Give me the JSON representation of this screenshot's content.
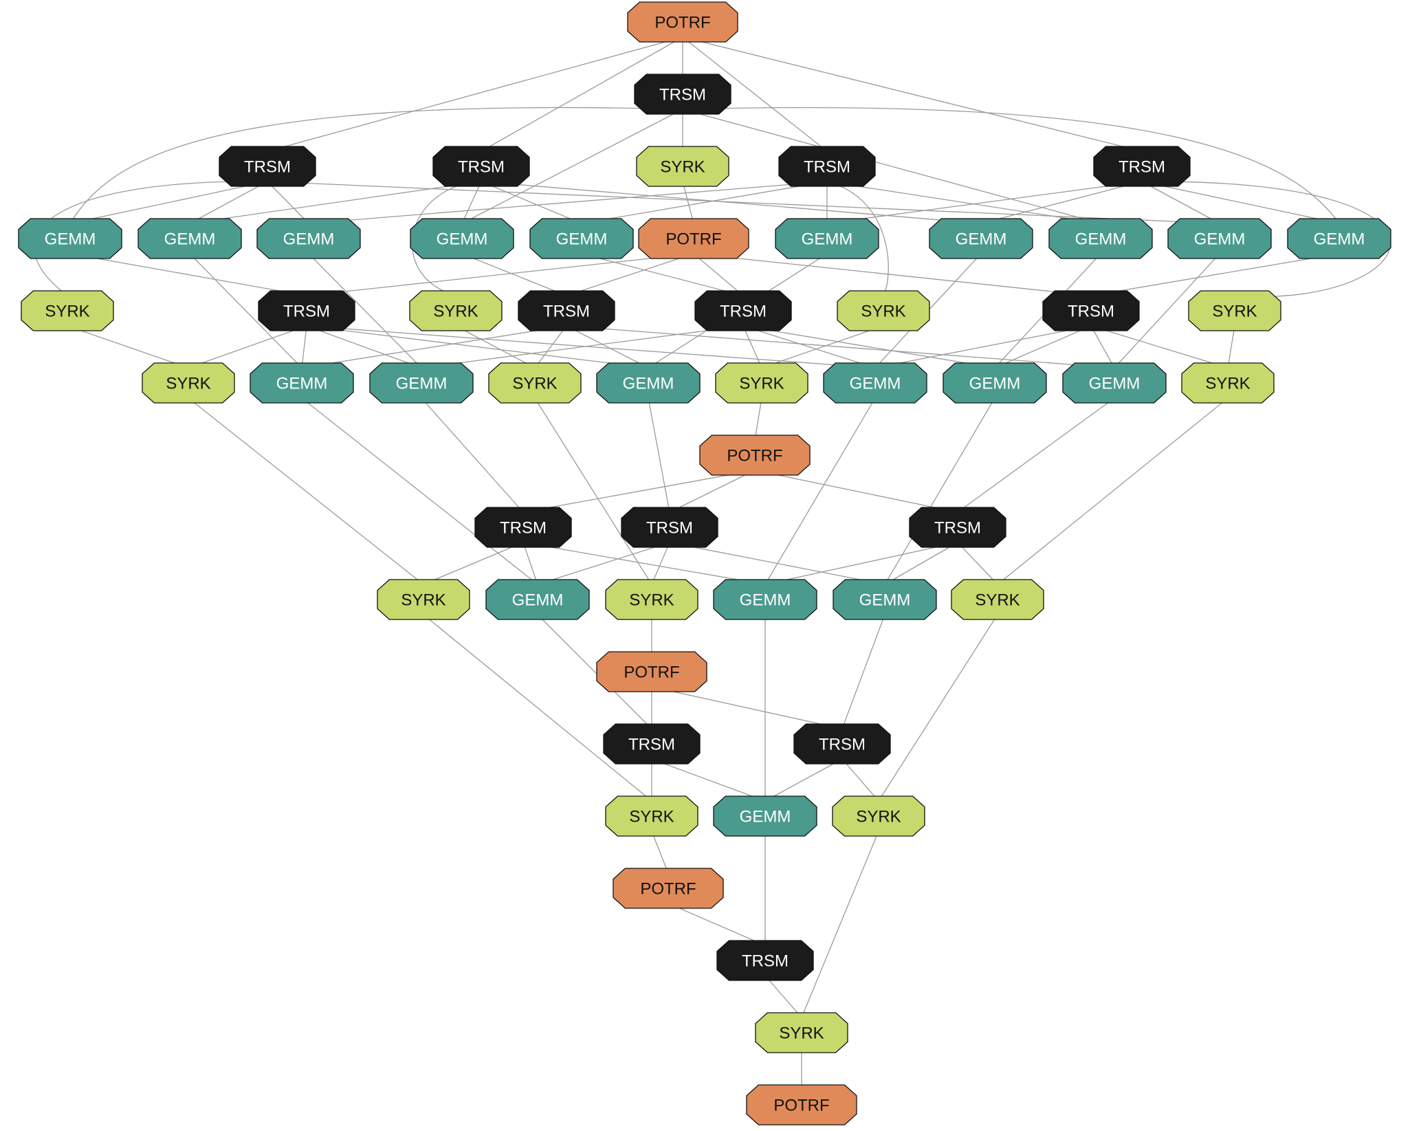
{
  "diagram": {
    "kinds": {
      "POTRF": {
        "label": "POTRF",
        "fill": "#E08A5A",
        "text": "#111111"
      },
      "TRSM": {
        "label": "TRSM",
        "fill": "#1B1B1B",
        "text": "#ffffff"
      },
      "SYRK": {
        "label": "SYRK",
        "fill": "#C6D96C",
        "text": "#111111"
      },
      "GEMM": {
        "label": "GEMM",
        "fill": "#4A9A8E",
        "text": "#ffffff"
      }
    },
    "nodes": [
      {
        "id": "p0",
        "kind": "POTRF"
      },
      {
        "id": "t01",
        "kind": "TRSM"
      },
      {
        "id": "t02",
        "kind": "TRSM"
      },
      {
        "id": "t03",
        "kind": "TRSM"
      },
      {
        "id": "t04",
        "kind": "TRSM"
      },
      {
        "id": "t05",
        "kind": "TRSM"
      },
      {
        "id": "s1a",
        "kind": "SYRK"
      },
      {
        "id": "g1",
        "kind": "GEMM"
      },
      {
        "id": "g2",
        "kind": "GEMM"
      },
      {
        "id": "g3",
        "kind": "GEMM"
      },
      {
        "id": "g4",
        "kind": "GEMM"
      },
      {
        "id": "g5",
        "kind": "GEMM"
      },
      {
        "id": "p1",
        "kind": "POTRF"
      },
      {
        "id": "g6",
        "kind": "GEMM"
      },
      {
        "id": "g7",
        "kind": "GEMM"
      },
      {
        "id": "g8",
        "kind": "GEMM"
      },
      {
        "id": "g9",
        "kind": "GEMM"
      },
      {
        "id": "g10",
        "kind": "GEMM"
      },
      {
        "id": "s2a",
        "kind": "SYRK"
      },
      {
        "id": "t12",
        "kind": "TRSM"
      },
      {
        "id": "s2b",
        "kind": "SYRK"
      },
      {
        "id": "t13",
        "kind": "TRSM"
      },
      {
        "id": "t14",
        "kind": "TRSM"
      },
      {
        "id": "s2c",
        "kind": "SYRK"
      },
      {
        "id": "t15",
        "kind": "TRSM"
      },
      {
        "id": "s2d",
        "kind": "SYRK"
      },
      {
        "id": "s3a",
        "kind": "SYRK"
      },
      {
        "id": "g11",
        "kind": "GEMM"
      },
      {
        "id": "g12",
        "kind": "GEMM"
      },
      {
        "id": "s3b",
        "kind": "SYRK"
      },
      {
        "id": "g13",
        "kind": "GEMM"
      },
      {
        "id": "s3c",
        "kind": "SYRK"
      },
      {
        "id": "g14",
        "kind": "GEMM"
      },
      {
        "id": "g15",
        "kind": "GEMM"
      },
      {
        "id": "g16",
        "kind": "GEMM"
      },
      {
        "id": "s3d",
        "kind": "SYRK"
      },
      {
        "id": "p2",
        "kind": "POTRF"
      },
      {
        "id": "t23",
        "kind": "TRSM"
      },
      {
        "id": "t24",
        "kind": "TRSM"
      },
      {
        "id": "t25",
        "kind": "TRSM"
      },
      {
        "id": "s4a",
        "kind": "SYRK"
      },
      {
        "id": "g17",
        "kind": "GEMM"
      },
      {
        "id": "s4b",
        "kind": "SYRK"
      },
      {
        "id": "g18",
        "kind": "GEMM"
      },
      {
        "id": "g19",
        "kind": "GEMM"
      },
      {
        "id": "s4c",
        "kind": "SYRK"
      },
      {
        "id": "p3",
        "kind": "POTRF"
      },
      {
        "id": "t34",
        "kind": "TRSM"
      },
      {
        "id": "t35",
        "kind": "TRSM"
      },
      {
        "id": "s5a",
        "kind": "SYRK"
      },
      {
        "id": "g20",
        "kind": "GEMM"
      },
      {
        "id": "s5b",
        "kind": "SYRK"
      },
      {
        "id": "p4",
        "kind": "POTRF"
      },
      {
        "id": "t45",
        "kind": "TRSM"
      },
      {
        "id": "s6",
        "kind": "SYRK"
      },
      {
        "id": "p5",
        "kind": "POTRF"
      }
    ],
    "edges": [
      [
        "p0",
        "t01"
      ],
      [
        "p0",
        "t02"
      ],
      [
        "p0",
        "t03"
      ],
      [
        "p0",
        "t04"
      ],
      [
        "p0",
        "t05"
      ],
      [
        "t01",
        "s1a"
      ],
      [
        "t01",
        "g1"
      ],
      [
        "t01",
        "g4"
      ],
      [
        "t01",
        "g8"
      ],
      [
        "t01",
        "g10"
      ],
      [
        "t02",
        "g1"
      ],
      [
        "t02",
        "g2"
      ],
      [
        "t02",
        "g3"
      ],
      [
        "t02",
        "g9"
      ],
      [
        "t02",
        "s2a"
      ],
      [
        "t03",
        "g2"
      ],
      [
        "t03",
        "g4"
      ],
      [
        "t03",
        "g5"
      ],
      [
        "t03",
        "g7"
      ],
      [
        "t03",
        "s2b"
      ],
      [
        "t04",
        "g3"
      ],
      [
        "t04",
        "g5"
      ],
      [
        "t04",
        "g6"
      ],
      [
        "t04",
        "g8"
      ],
      [
        "t04",
        "s2c"
      ],
      [
        "t05",
        "g6"
      ],
      [
        "t05",
        "g7"
      ],
      [
        "t05",
        "g9"
      ],
      [
        "t05",
        "g10"
      ],
      [
        "t05",
        "s2d"
      ],
      [
        "s1a",
        "p1"
      ],
      [
        "p1",
        "t12"
      ],
      [
        "p1",
        "t13"
      ],
      [
        "p1",
        "t14"
      ],
      [
        "p1",
        "t15"
      ],
      [
        "g1",
        "t12"
      ],
      [
        "g4",
        "t13"
      ],
      [
        "g5",
        "t14"
      ],
      [
        "g10",
        "t15"
      ],
      [
        "g2",
        "g11"
      ],
      [
        "g3",
        "g12"
      ],
      [
        "g6",
        "g13"
      ],
      [
        "g7",
        "g14"
      ],
      [
        "g8",
        "g15"
      ],
      [
        "g9",
        "g16"
      ],
      [
        "s2a",
        "s3a"
      ],
      [
        "s2b",
        "s3b"
      ],
      [
        "s2c",
        "s3c"
      ],
      [
        "s2d",
        "s3d"
      ],
      [
        "t12",
        "s3a"
      ],
      [
        "t12",
        "g11"
      ],
      [
        "t12",
        "g12"
      ],
      [
        "t12",
        "g13"
      ],
      [
        "t12",
        "g14"
      ],
      [
        "t13",
        "g11"
      ],
      [
        "t13",
        "s3b"
      ],
      [
        "t13",
        "g13"
      ],
      [
        "t13",
        "g16"
      ],
      [
        "t14",
        "g12"
      ],
      [
        "t14",
        "g14"
      ],
      [
        "t14",
        "s3c"
      ],
      [
        "t14",
        "g15"
      ],
      [
        "t15",
        "g15"
      ],
      [
        "t15",
        "g16"
      ],
      [
        "t15",
        "g14"
      ],
      [
        "t15",
        "s3d"
      ],
      [
        "s3c",
        "p2"
      ],
      [
        "p2",
        "t23"
      ],
      [
        "p2",
        "t24"
      ],
      [
        "p2",
        "t25"
      ],
      [
        "g12",
        "t23"
      ],
      [
        "g13",
        "t24"
      ],
      [
        "g16",
        "t25"
      ],
      [
        "s3a",
        "s4a"
      ],
      [
        "g11",
        "g17"
      ],
      [
        "s3b",
        "s4b"
      ],
      [
        "g14",
        "g18"
      ],
      [
        "g15",
        "g19"
      ],
      [
        "s3d",
        "s4c"
      ],
      [
        "t23",
        "s4a"
      ],
      [
        "t23",
        "g17"
      ],
      [
        "t23",
        "g18"
      ],
      [
        "t24",
        "g17"
      ],
      [
        "t24",
        "s4b"
      ],
      [
        "t24",
        "g19"
      ],
      [
        "t25",
        "g18"
      ],
      [
        "t25",
        "g19"
      ],
      [
        "t25",
        "s4c"
      ],
      [
        "s4b",
        "p3"
      ],
      [
        "p3",
        "t34"
      ],
      [
        "p3",
        "t35"
      ],
      [
        "g17",
        "t34"
      ],
      [
        "g19",
        "t35"
      ],
      [
        "s4a",
        "s5a"
      ],
      [
        "g18",
        "g20"
      ],
      [
        "s4c",
        "s5b"
      ],
      [
        "t34",
        "s5a"
      ],
      [
        "t34",
        "g20"
      ],
      [
        "t35",
        "g20"
      ],
      [
        "t35",
        "s5b"
      ],
      [
        "s5a",
        "p4"
      ],
      [
        "p4",
        "t45"
      ],
      [
        "g20",
        "t45"
      ],
      [
        "t45",
        "s6"
      ],
      [
        "s5b",
        "s6"
      ],
      [
        "s6",
        "p5"
      ]
    ]
  }
}
